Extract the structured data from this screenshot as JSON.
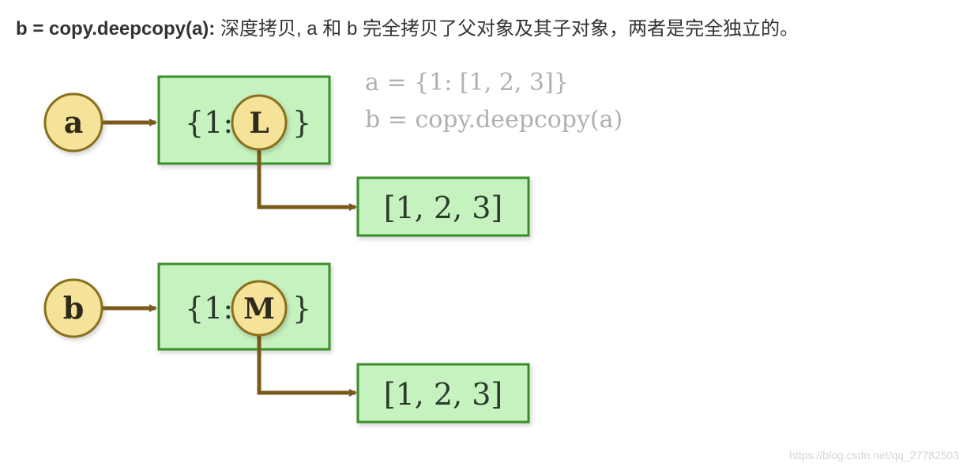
{
  "headline": {
    "bold": "b = copy.deepcopy(a):",
    "text": " 深度拷贝, a 和 b 完全拷贝了父对象及其子对象，两者是完全独立的。"
  },
  "code": {
    "line1": "a = {1: [1, 2, 3]}",
    "line2": "b = copy.deepcopy(a)"
  },
  "diagram": {
    "var_a": "a",
    "var_b": "b",
    "dict_open": "{1:",
    "dict_close": "}",
    "ref_a": "L",
    "ref_b": "M",
    "list_a": "[1, 2, 3]",
    "list_b": "[1, 2, 3]"
  },
  "colors": {
    "box_fill": "#c6f2c0",
    "box_border": "#3a8f2c",
    "circle_fill": "#f6e39a",
    "circle_border": "#8a6f1f",
    "arrow": "#7a5a1c",
    "code_text": "#b0b0b0"
  },
  "watermark": "https://blog.csdn.net/qq_27782503"
}
